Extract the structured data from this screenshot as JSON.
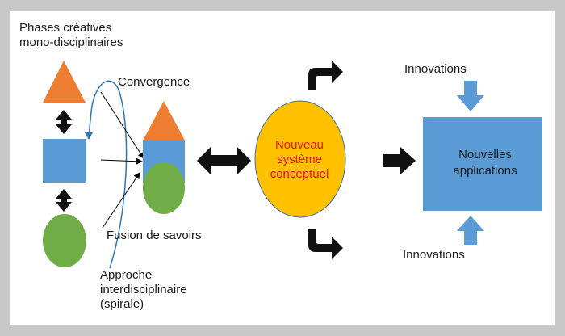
{
  "title": {
    "line1": "Phases créatives",
    "line2": "mono-disciplinaires"
  },
  "labels": {
    "convergence": "Convergence",
    "fusion": "Fusion de savoirs",
    "approach_line1": "Approche",
    "approach_line2": "interdisciplinaire",
    "approach_line3": "(spirale)",
    "innovations_top": "Innovations",
    "innovations_bottom": "Innovations"
  },
  "center": {
    "line1": "Nouveau",
    "line2": "système",
    "line3": "conceptuel"
  },
  "result": {
    "line1": "Nouvelles",
    "line2": "applications"
  },
  "colors": {
    "orange": "#ed7d31",
    "blue": "#5b9bd5",
    "green": "#70ad47",
    "yellow": "#ffc000",
    "red_text": "#e8141e",
    "frame": "#c8c8c8"
  }
}
